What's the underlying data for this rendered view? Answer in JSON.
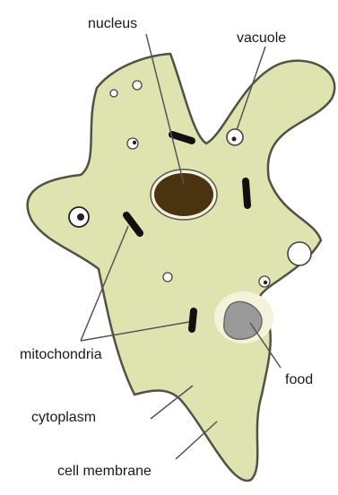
{
  "labels": {
    "nucleus": "nucleus",
    "vacuole": "vacuole",
    "mitochondria": "mitochondria",
    "food": "food",
    "cytoplasm": "cytoplasm",
    "cell_membrane": "cell membrane"
  },
  "colors": {
    "cytoplasm_fill": "#dfe3b0",
    "membrane_stroke": "#4f5344",
    "nucleus_fill": "#4a3310",
    "mitochondria_fill": "#101010",
    "food_fill": "#9a9a9a",
    "food_halo": "#f4f2d8",
    "vacuole_fill": "#ffffff",
    "leader_line": "#555555"
  }
}
